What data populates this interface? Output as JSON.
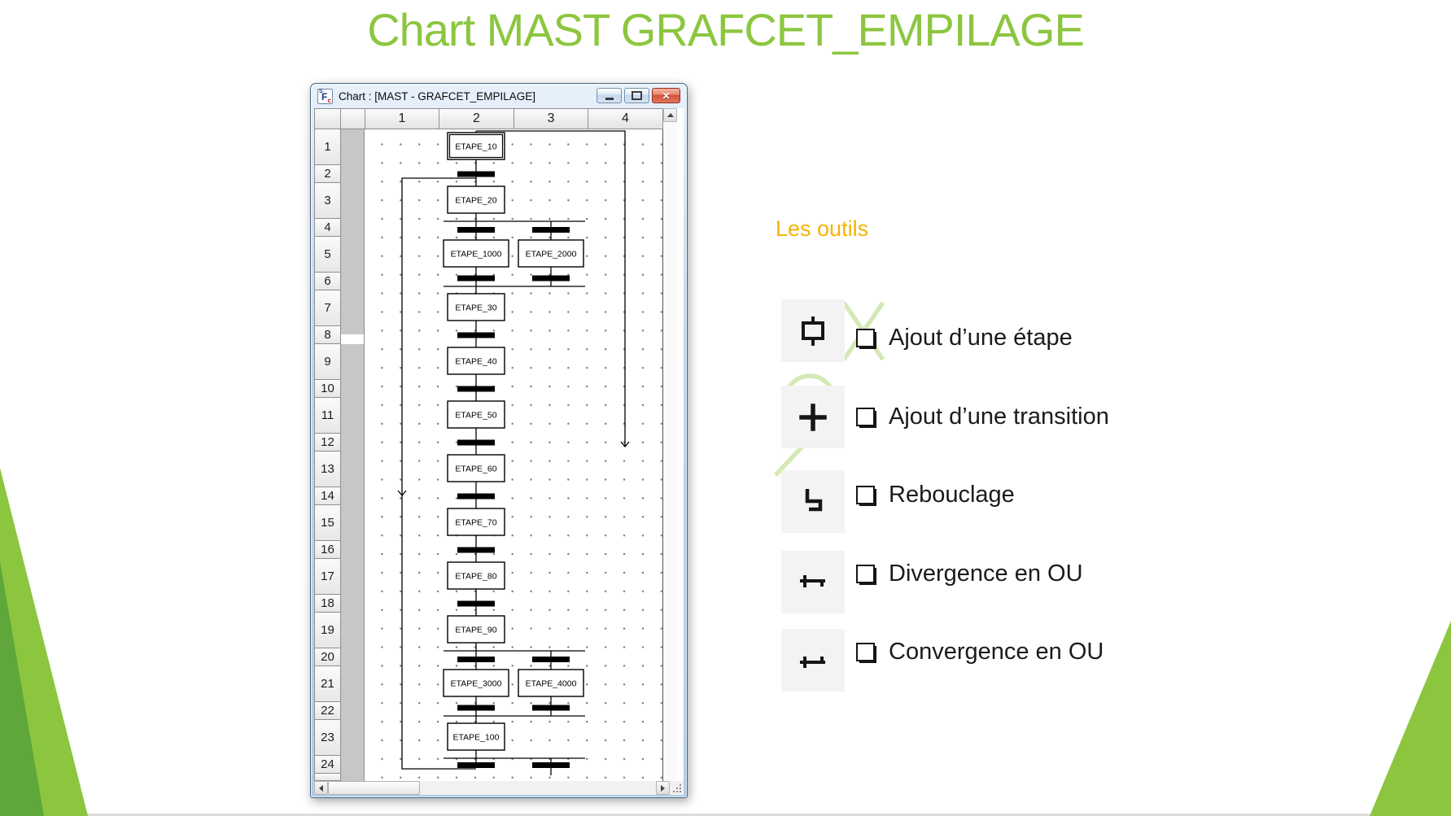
{
  "slide": {
    "title": "Chart MAST GRAFCET_EMPILAGE"
  },
  "window": {
    "title": "Chart : [MAST - GRAFCET_EMPILAGE]",
    "column_headers": [
      "1",
      "2",
      "3",
      "4"
    ],
    "row_headers": [
      "1",
      "2",
      "3",
      "4",
      "5",
      "6",
      "7",
      "8",
      "9",
      "10",
      "11",
      "12",
      "13",
      "14",
      "15",
      "16",
      "17",
      "18",
      "19",
      "20",
      "21",
      "22",
      "23",
      "24"
    ]
  },
  "sfc": {
    "steps": [
      {
        "name": "ETAPE_10",
        "row": 1,
        "col": 2,
        "initial": true
      },
      {
        "name": "ETAPE_20",
        "row": 3,
        "col": 2
      },
      {
        "name": "ETAPE_1000",
        "row": 5,
        "col": 2
      },
      {
        "name": "ETAPE_2000",
        "row": 5,
        "col": 3
      },
      {
        "name": "ETAPE_30",
        "row": 7,
        "col": 2
      },
      {
        "name": "ETAPE_40",
        "row": 9,
        "col": 2
      },
      {
        "name": "ETAPE_50",
        "row": 11,
        "col": 2
      },
      {
        "name": "ETAPE_60",
        "row": 13,
        "col": 2
      },
      {
        "name": "ETAPE_70",
        "row": 15,
        "col": 2
      },
      {
        "name": "ETAPE_80",
        "row": 17,
        "col": 2
      },
      {
        "name": "ETAPE_90",
        "row": 19,
        "col": 2
      },
      {
        "name": "ETAPE_3000",
        "row": 21,
        "col": 2
      },
      {
        "name": "ETAPE_4000",
        "row": 21,
        "col": 3
      },
      {
        "name": "ETAPE_100",
        "row": 23,
        "col": 2
      }
    ],
    "single_transition_rows": [
      2,
      8,
      10,
      12,
      14,
      16,
      18
    ],
    "or_branches": [
      {
        "divergence_row": 4,
        "steps_row": 5,
        "convergence_row": 6,
        "cols": [
          2,
          3
        ]
      },
      {
        "divergence_row": 20,
        "steps_row": 21,
        "convergence_row": 22,
        "cols": [
          2,
          3
        ]
      },
      {
        "divergence_row": 24,
        "cols": [
          2,
          3
        ],
        "open": true
      }
    ],
    "loopback": {
      "col": 1,
      "from_row": 2,
      "to_row": 24
    },
    "jump_link": {
      "col": 4,
      "from_row": 1,
      "to_row": 12
    }
  },
  "tools": {
    "heading": "Les outils",
    "items": [
      {
        "icon": "step-tool-icon",
        "label": "Ajout d’une étape"
      },
      {
        "icon": "transition-tool-icon",
        "label": "Ajout d’une transition"
      },
      {
        "icon": "loopback-tool-icon",
        "label": "Rebouclage"
      },
      {
        "icon": "or-divergence-tool-icon",
        "label": "Divergence en OU"
      },
      {
        "icon": "or-convergence-tool-icon",
        "label": "Convergence en OU"
      }
    ]
  },
  "colors": {
    "accent_green": "#8CC63F",
    "accent_dark_green": "#5FA63B",
    "heading_orange": "#F5B301"
  }
}
